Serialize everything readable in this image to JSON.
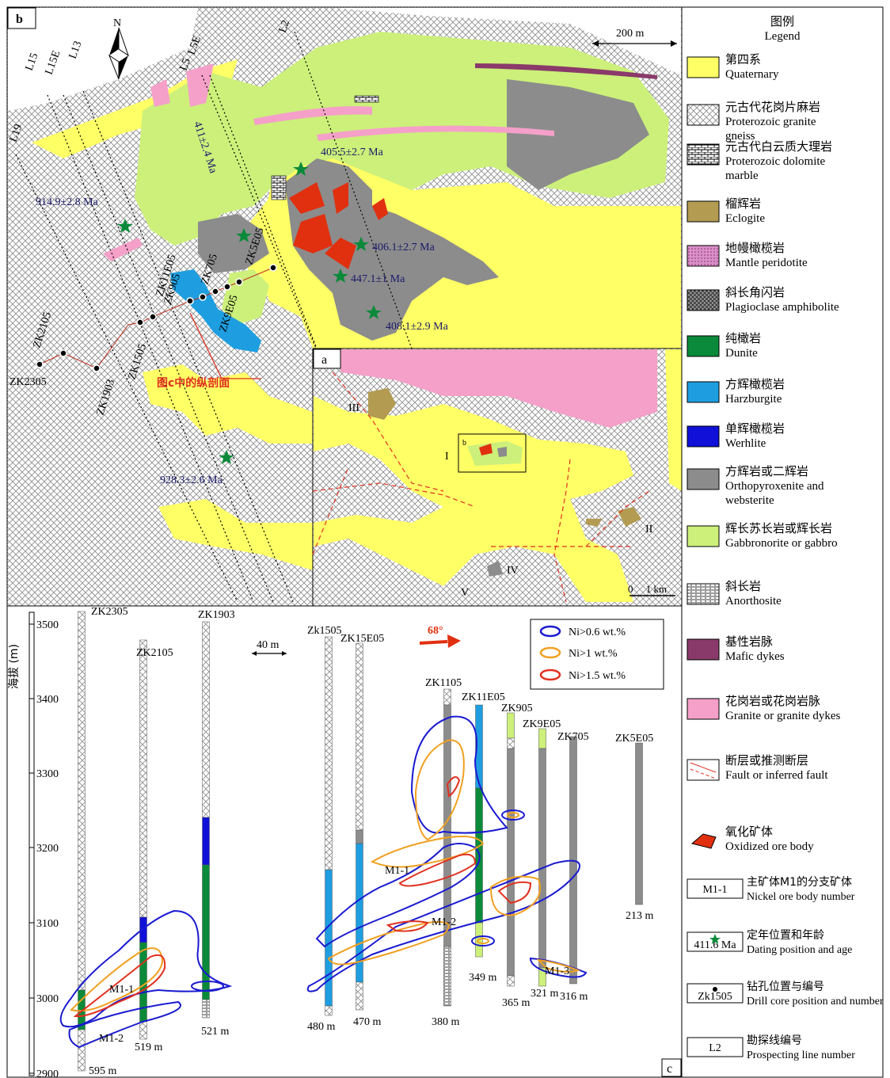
{
  "panels": {
    "a": "a",
    "b": "b",
    "c": "c"
  },
  "north_arrow": "N",
  "scale_b": "200 m",
  "scale_a": "0     1 km",
  "scale_c": "40 m",
  "map_b": {
    "prospect_lines": [
      "L15",
      "L15E",
      "L13",
      "L5E",
      "L5",
      "L2",
      "L19"
    ],
    "ages": [
      {
        "text": "405.5±2.7 Ma"
      },
      {
        "text": "411±2.4 Ma"
      },
      {
        "text": "914.9±2.8 Ma"
      },
      {
        "text": "406.1±2.7 Ma"
      },
      {
        "text": "447.1±1 Ma"
      },
      {
        "text": "408.1±2.9 Ma"
      },
      {
        "text": "928.3±2.6 Ma"
      }
    ],
    "drill_labels": [
      "ZK2305",
      "ZK2105",
      "ZK1903",
      "ZK1505",
      "ZK905",
      "ZK11E05",
      "ZK705",
      "ZK9E05",
      "ZK5E05"
    ],
    "section_note": "图c中的纵剖面"
  },
  "map_a": {
    "bodies": [
      "I",
      "II",
      "III",
      "IV",
      "V"
    ],
    "inset": "b"
  },
  "section_c": {
    "axis_title": "海拔 (m)",
    "y_ticks": [
      "3500",
      "3400",
      "3300",
      "3200",
      "3100",
      "3000",
      "2900"
    ],
    "azimuth": "68°",
    "wells": [
      {
        "name": "ZK2305",
        "depth": "595 m"
      },
      {
        "name": "ZK2105",
        "depth": "519 m"
      },
      {
        "name": "ZK1903",
        "depth": "521 m"
      },
      {
        "name": "Zk1505",
        "depth": "480 m"
      },
      {
        "name": "ZK15E05",
        "depth": "470 m"
      },
      {
        "name": "ZK1105",
        "depth": "380 m"
      },
      {
        "name": "ZK11E05",
        "depth": "349 m"
      },
      {
        "name": "ZK905",
        "depth": "365 m"
      },
      {
        "name": "ZK9E05",
        "depth": "321 m"
      },
      {
        "name": "ZK705",
        "depth": "316 m"
      },
      {
        "name": "ZK5E05",
        "depth": "213 m"
      }
    ],
    "ore_labels": [
      "M1-1",
      "M1-2",
      "M1-1",
      "M1-2",
      "M1-3"
    ],
    "ni_legend": [
      "Ni>0.6 wt.%",
      "Ni>1 wt.%",
      "Ni>1.5 wt.%"
    ],
    "ni_colors": [
      "#1a1ad0",
      "#f0a020",
      "#e03020"
    ]
  },
  "legend": {
    "title_cn": "图例",
    "title_en": "Legend",
    "items": [
      {
        "cn": "第四系",
        "en": "Quaternary",
        "color": "#ffff66"
      },
      {
        "cn": "元古代花岗片麻岩",
        "en": "Proterozoic granite gneiss"
      },
      {
        "cn": "元古代白云质大理岩",
        "en": "Proterozoic dolomite marble"
      },
      {
        "cn": "榴辉岩",
        "en": "Eclogite",
        "color": "#b39b52"
      },
      {
        "cn": "地幔橄榄岩",
        "en": "Mantle peridotite",
        "color": "#d98fc8"
      },
      {
        "cn": "斜长角闪岩",
        "en": "Plagioclase  amphibolite"
      },
      {
        "cn": "纯橄岩",
        "en": "Dunite",
        "color": "#0a8a3a"
      },
      {
        "cn": "方辉橄榄岩",
        "en": "Harzburgite",
        "color": "#1e9ee0"
      },
      {
        "cn": "单辉橄榄岩",
        "en": "Werhlite",
        "color": "#1010d8"
      },
      {
        "cn": "方辉岩或二辉岩",
        "en": "Orthopyroxenite and websterite",
        "color": "#8c8c8c"
      },
      {
        "cn": "辉长苏长岩或辉长岩",
        "en": "Gabbronorite or gabbro",
        "color": "#ccf07a"
      },
      {
        "cn": "斜长岩",
        "en": "Anorthosite"
      },
      {
        "cn": "基性岩脉",
        "en": "Mafic dykes",
        "color": "#8a3a6a"
      },
      {
        "cn": "花岗岩或花岗岩脉",
        "en": "Granite or granite dykes",
        "color": "#f4a0c8"
      },
      {
        "cn": "断层或推测断层",
        "en": "Fault or inferred fault"
      },
      {
        "cn": "氧化矿体",
        "en": "Oxidized ore body",
        "color": "#e03010"
      },
      {
        "cn": "主矿体M1的分支矿体",
        "en": "Nickel ore body number",
        "box": "M1-1"
      },
      {
        "cn": "定年位置和年龄",
        "en": "Dating position and age",
        "box": "411.6 Ma"
      },
      {
        "cn": "钻孔位置与编号",
        "en": "Drill core position and number",
        "box": "Zk1505"
      },
      {
        "cn": "勘探线编号",
        "en": "Prospecting line number",
        "box": "L2"
      }
    ]
  }
}
